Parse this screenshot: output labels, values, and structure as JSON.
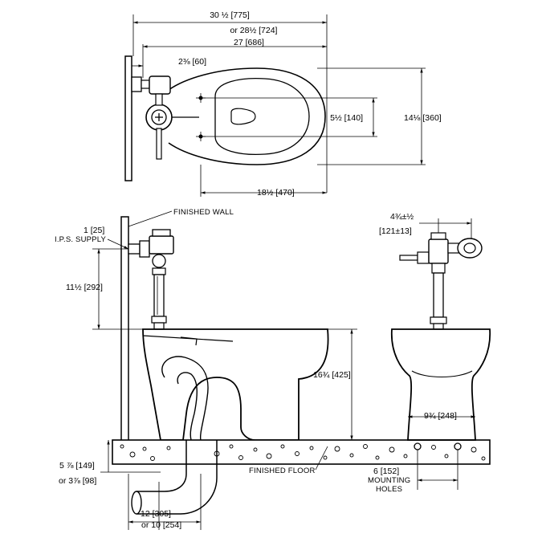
{
  "top_view": {
    "overall_length": "30 ½ [775]",
    "overall_length_alt": "or 28½ [724]",
    "bowl_length": "27 [686]",
    "spud_offset": "2⅜ [60]",
    "bolt_spacing": "5½ [140]",
    "bowl_width": "14⅛ [360]",
    "bowl_depth": "18½ [470]"
  },
  "side_view": {
    "finished_wall": "FINISHED WALL",
    "supply_size": "1 [25]",
    "supply_label": "I.P.S. SUPPLY",
    "supply_height": "11½ [292]",
    "rim_height": "16¾ [425]",
    "outlet_height": "5 ⅞ [149]",
    "outlet_height_alt": "or 3⅞ [98]",
    "rough_in": "12 [305]",
    "rough_in_alt": "or 10 [254]",
    "finished_floor": "FINISHED FLOOR"
  },
  "front_view": {
    "valve_offset": "4¾±½",
    "valve_offset_metric": "[121±13]",
    "base_width": "9¾ [248]",
    "mounting_spacing": "6 [152]",
    "mounting_label_1": "MOUNTING",
    "mounting_label_2": "HOLES"
  }
}
